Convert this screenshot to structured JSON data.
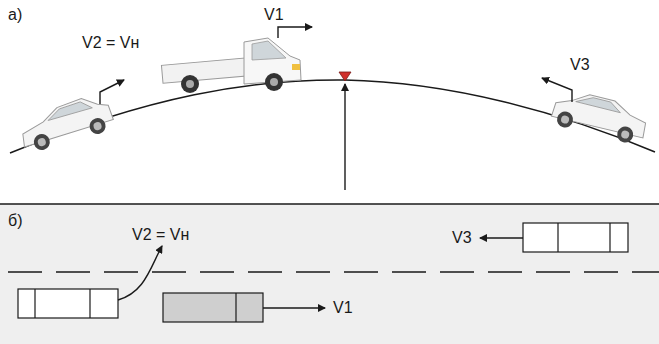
{
  "diagram": {
    "labels": [
      "а)",
      "V2 = Vн",
      "V1",
      "V3",
      "б)",
      "V2 = Vн",
      "V3",
      "V1"
    ]
  }
}
